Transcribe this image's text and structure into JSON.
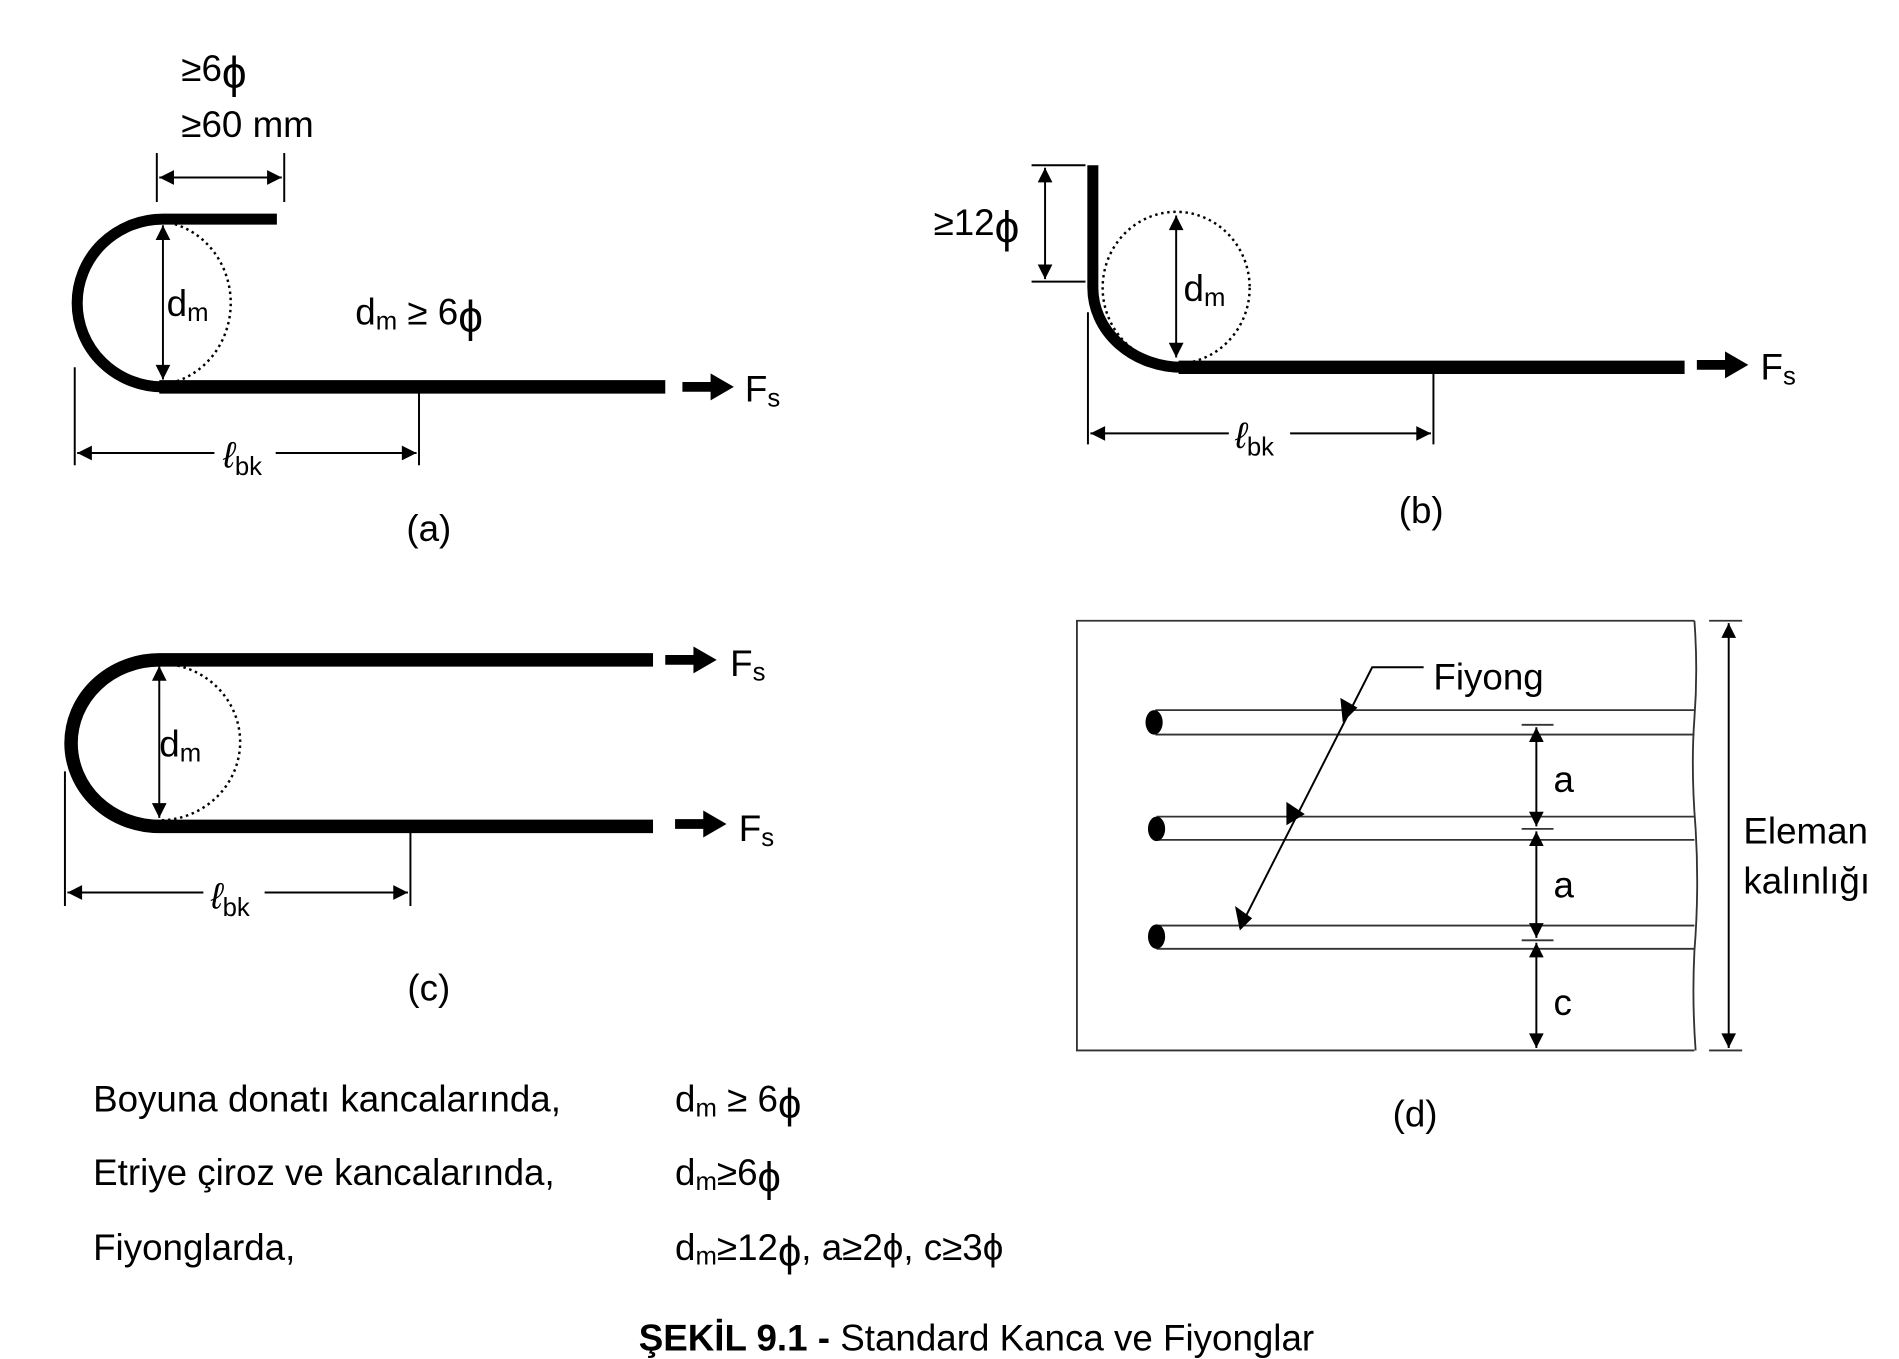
{
  "figure": {
    "a": {
      "label": "(a)",
      "ext_min_phi": "≥6",
      "ext_min_mm": "≥60 mm",
      "phi": "ϕ",
      "dm": {
        "base": "d",
        "sub": "m"
      },
      "condition": {
        "base": "d",
        "sub": "m",
        "rel": " ≥ 6",
        "phi": "ϕ"
      },
      "force": {
        "base": "F",
        "sub": "s"
      },
      "lbk": {
        "base": "ℓ",
        "sub": "bk"
      }
    },
    "b": {
      "label": "(b)",
      "ext_min": "≥12",
      "phi": "ϕ",
      "dm": {
        "base": "d",
        "sub": "m"
      },
      "force": {
        "base": "F",
        "sub": "s"
      },
      "lbk": {
        "base": "ℓ",
        "sub": "bk"
      }
    },
    "c": {
      "label": "(c)",
      "dm": {
        "base": "d",
        "sub": "m"
      },
      "force_top": {
        "base": "F",
        "sub": "s"
      },
      "force_bottom": {
        "base": "F",
        "sub": "s"
      },
      "lbk": {
        "base": "ℓ",
        "sub": "bk"
      }
    },
    "d": {
      "label": "(d)",
      "leader_label": "Fiyong",
      "spacing_1": "a",
      "spacing_2": "a",
      "cover": "c",
      "thickness_line1": "Eleman",
      "thickness_line2": "kalınlığı"
    }
  },
  "rules": [
    {
      "label": "Boyuna donatı kancalarında,",
      "d": "d",
      "sub": "m",
      "rest": " ≥ 6",
      "phi": "ϕ",
      "tail": ""
    },
    {
      "label": "Etriye çiroz ve kancalarında,",
      "d": "d",
      "sub": "m",
      "rest": "≥6",
      "phi": "ϕ",
      "tail": ""
    },
    {
      "label": "Fiyonglarda,",
      "d": "d",
      "sub": "m",
      "rest": "≥12",
      "phi": "ϕ",
      "tail": ", a≥2ϕ, c≥3ϕ"
    }
  ],
  "caption": {
    "bold": "ŞEKİL 9.1 -",
    "text": " Standard Kanca ve Fiyonglar"
  }
}
